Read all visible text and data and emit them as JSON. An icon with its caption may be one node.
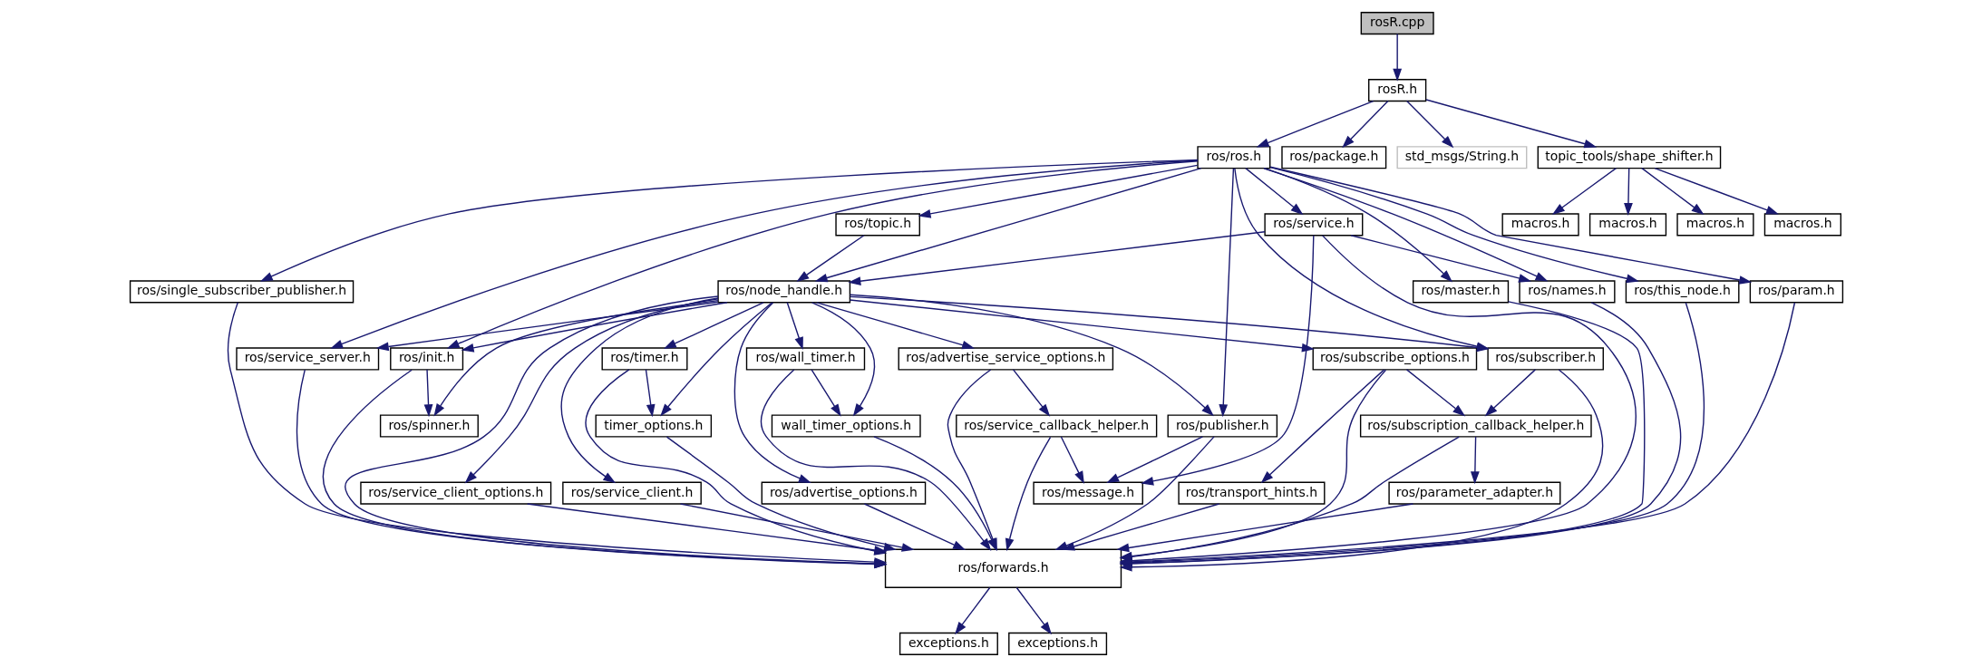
{
  "diagram": {
    "nodes": [
      {
        "text": [
          "rosR.cpp"
        ]
      },
      {
        "text": [
          "rosR.h"
        ]
      },
      {
        "text": [
          "ros/ros.h"
        ]
      },
      {
        "text": [
          "ros/package.h"
        ]
      },
      {
        "text": [
          "std_msgs/String.h"
        ]
      },
      {
        "text": [
          "topic_tools/shape_shifter.h"
        ]
      },
      {
        "text": [
          "macros.h"
        ]
      },
      {
        "text": [
          "macros.h"
        ]
      },
      {
        "text": [
          "macros.h"
        ]
      },
      {
        "text": [
          "macros.h"
        ]
      },
      {
        "text": [
          "ros/service.h"
        ]
      },
      {
        "text": [
          "ros/topic.h"
        ]
      },
      {
        "text": [
          "ros/master.h"
        ]
      },
      {
        "text": [
          "ros/names.h"
        ]
      },
      {
        "text": [
          "ros/this_node.h"
        ]
      },
      {
        "text": [
          "ros/param.h"
        ]
      },
      {
        "text": [
          "ros/node_handle.h"
        ]
      },
      {
        "text": [
          "ros/single_subscriber_publisher.h"
        ]
      },
      {
        "text": [
          "ros/service_server.h"
        ]
      },
      {
        "text": [
          "ros/init.h"
        ]
      },
      {
        "text": [
          "ros/timer.h"
        ]
      },
      {
        "text": [
          "ros/wall_timer.h"
        ]
      },
      {
        "text": [
          "ros/advertise_service_options.h"
        ]
      },
      {
        "text": [
          "ros/subscribe_options.h"
        ]
      },
      {
        "text": [
          "ros/subscriber.h"
        ]
      },
      {
        "text": [
          "ros/spinner.h"
        ]
      },
      {
        "text": [
          "timer_options.h"
        ]
      },
      {
        "text": [
          "wall_timer_options.h"
        ]
      },
      {
        "text": [
          "ros/publisher.h"
        ]
      },
      {
        "text": [
          "ros/service_callback_helper.h"
        ]
      },
      {
        "text": [
          "ros/subscription_callback_helper.h"
        ]
      },
      {
        "text": [
          "ros/service_client_options.h"
        ]
      },
      {
        "text": [
          "ros/service_client.h"
        ]
      },
      {
        "text": [
          "ros/message.h"
        ]
      },
      {
        "text": [
          "ros/advertise_options.h"
        ]
      },
      {
        "text": [
          "ros/transport_hints.h"
        ]
      },
      {
        "text": [
          "ros/parameter_adapter.h"
        ]
      },
      {
        "text": [
          "ros/forwards.h"
        ]
      },
      {
        "text": [
          "exceptions.h"
        ]
      },
      {
        "text": [
          "exceptions.h"
        ]
      }
    ],
    "edges": [
      {
        "from": 0,
        "to": 1,
        "arrow": "to"
      },
      {
        "from": 1,
        "to": 2,
        "arrow": "to"
      },
      {
        "from": 1,
        "to": 3,
        "arrow": "to"
      },
      {
        "from": 1,
        "to": 4,
        "arrow": "to"
      },
      {
        "from": 1,
        "to": 5,
        "arrow": "to"
      },
      {
        "from": 2,
        "to": 12,
        "arrow": "to"
      },
      {
        "from": 2,
        "to": 13,
        "arrow": "to"
      },
      {
        "from": 2,
        "to": 14,
        "arrow": "to"
      },
      {
        "from": 2,
        "to": 10,
        "arrow": "to"
      },
      {
        "from": 2,
        "to": 18,
        "arrow": "to"
      },
      {
        "from": 2,
        "to": 15,
        "arrow": "to"
      },
      {
        "from": 2,
        "to": 19,
        "arrow": "to"
      },
      {
        "from": 2,
        "to": 11,
        "arrow": "to"
      },
      {
        "from": 2,
        "to": 16,
        "arrow": "to"
      },
      {
        "from": 2,
        "to": 28,
        "arrow": "to"
      },
      {
        "from": 2,
        "to": 24,
        "arrow": "to"
      },
      {
        "from": 2,
        "to": 17,
        "arrow": "to"
      },
      {
        "from": 5,
        "to": 6,
        "arrow": "to"
      },
      {
        "from": 5,
        "to": 7,
        "arrow": "to"
      },
      {
        "from": 5,
        "to": 8,
        "arrow": "to"
      },
      {
        "from": 5,
        "to": 9,
        "arrow": "to"
      },
      {
        "from": 10,
        "to": 13,
        "arrow": "to"
      },
      {
        "from": 10,
        "to": 16,
        "arrow": "to"
      },
      {
        "from": 10,
        "to": 37,
        "arrow": "to"
      },
      {
        "from": 10,
        "to": 33,
        "arrow": "to"
      },
      {
        "from": 11,
        "to": 16,
        "arrow": "to"
      },
      {
        "from": 12,
        "to": 37,
        "arrow": "to"
      },
      {
        "from": 13,
        "to": 37,
        "arrow": "to"
      },
      {
        "from": 14,
        "to": 37,
        "arrow": "to"
      },
      {
        "from": 15,
        "to": 37,
        "arrow": "to"
      },
      {
        "from": 16,
        "to": 18,
        "arrow": "to"
      },
      {
        "from": 16,
        "to": 19,
        "arrow": "to"
      },
      {
        "from": 16,
        "to": 25,
        "arrow": "to"
      },
      {
        "from": 16,
        "to": 31,
        "arrow": "to"
      },
      {
        "from": 16,
        "to": 37,
        "arrow": "to"
      },
      {
        "from": 16,
        "to": 32,
        "arrow": "to"
      },
      {
        "from": 16,
        "to": 20,
        "arrow": "to"
      },
      {
        "from": 16,
        "to": 26,
        "arrow": "to"
      },
      {
        "from": 16,
        "to": 21,
        "arrow": "to"
      },
      {
        "from": 16,
        "to": 27,
        "arrow": "to"
      },
      {
        "from": 16,
        "to": 28,
        "arrow": "to"
      },
      {
        "from": 16,
        "to": 34,
        "arrow": "to"
      },
      {
        "from": 16,
        "to": 22,
        "arrow": "to"
      },
      {
        "from": 16,
        "to": 23,
        "arrow": "to"
      },
      {
        "from": 16,
        "to": 24,
        "arrow": "to"
      },
      {
        "from": 17,
        "to": 37,
        "arrow": "to"
      },
      {
        "from": 18,
        "to": 37,
        "arrow": "to"
      },
      {
        "from": 19,
        "to": 25,
        "arrow": "to"
      },
      {
        "from": 19,
        "to": 37,
        "arrow": "to"
      },
      {
        "from": 20,
        "to": 26,
        "arrow": "to"
      },
      {
        "from": 20,
        "to": 37,
        "arrow": "to"
      },
      {
        "from": 21,
        "to": 27,
        "arrow": "to"
      },
      {
        "from": 21,
        "to": 37,
        "arrow": "to"
      },
      {
        "from": 22,
        "to": 29,
        "arrow": "to"
      },
      {
        "from": 22,
        "to": 37,
        "arrow": "to"
      },
      {
        "from": 23,
        "to": 35,
        "arrow": "to"
      },
      {
        "from": 23,
        "to": 30,
        "arrow": "to"
      },
      {
        "from": 23,
        "to": 37,
        "arrow": "to"
      },
      {
        "from": 24,
        "to": 30,
        "arrow": "to"
      },
      {
        "from": 24,
        "to": 37,
        "arrow": "to"
      },
      {
        "from": 26,
        "to": 37,
        "arrow": "to"
      },
      {
        "from": 27,
        "to": 37,
        "arrow": "to"
      },
      {
        "from": 28,
        "to": 33,
        "arrow": "to"
      },
      {
        "from": 28,
        "to": 37,
        "arrow": "to"
      },
      {
        "from": 29,
        "to": 33,
        "arrow": "to"
      },
      {
        "from": 29,
        "to": 37,
        "arrow": "to"
      },
      {
        "from": 30,
        "to": 36,
        "arrow": "to"
      },
      {
        "from": 30,
        "to": 37,
        "arrow": "to"
      },
      {
        "from": 31,
        "to": 37,
        "arrow": "to"
      },
      {
        "from": 32,
        "to": 37,
        "arrow": "to"
      },
      {
        "from": 34,
        "to": 37,
        "arrow": "to"
      },
      {
        "from": 35,
        "to": 37,
        "arrow": "to"
      },
      {
        "from": 36,
        "to": 37,
        "arrow": "to"
      },
      {
        "from": 37,
        "to": 38,
        "arrow": "to"
      },
      {
        "from": 37,
        "to": 39,
        "arrow": "to"
      }
    ]
  }
}
